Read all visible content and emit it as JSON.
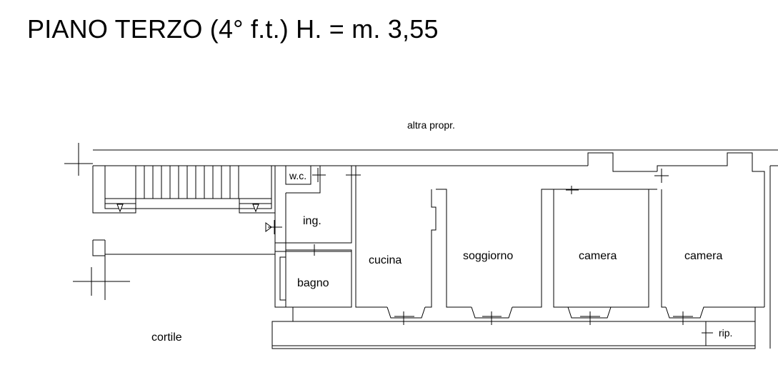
{
  "title": "PIANO TERZO (4° f.t.)  H. = m. 3,55",
  "labels": {
    "neighbor": "altra propr.",
    "wc": "w.c.",
    "entrance": "ing.",
    "bath": "bagno",
    "kitchen": "cucina",
    "living": "soggiorno",
    "bedroom1": "camera",
    "bedroom2": "camera",
    "courtyard": "cortile",
    "storage": "rip."
  }
}
